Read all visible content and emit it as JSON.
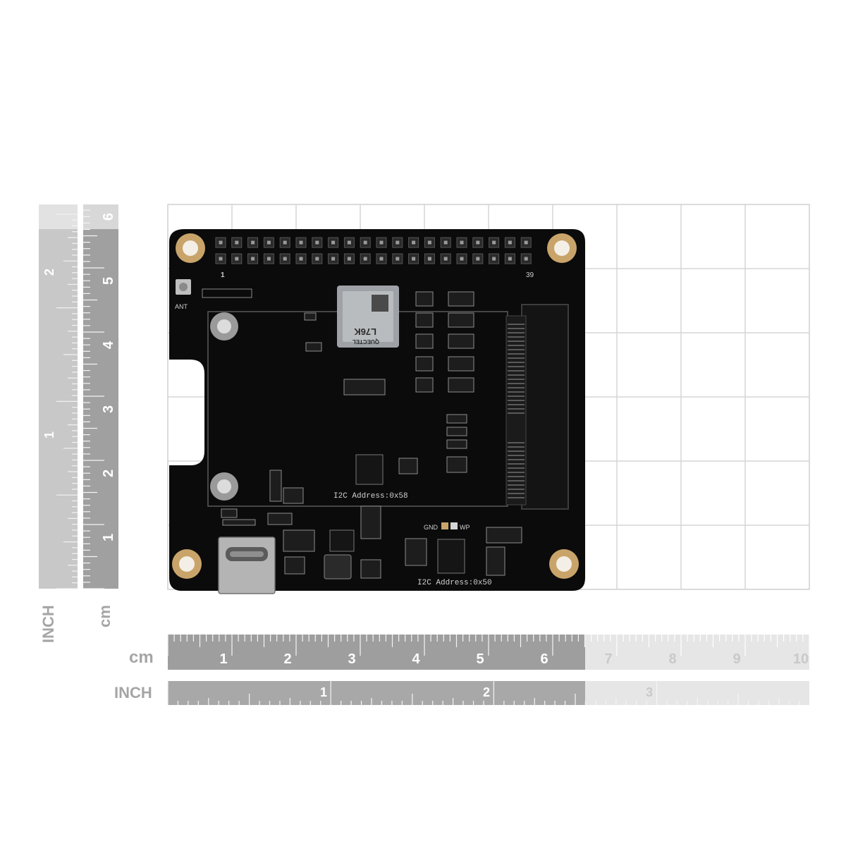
{
  "board": {
    "module_brand": "QUECTEL",
    "module_model": "L76K",
    "pin1_label": "1",
    "pin39_label": "39",
    "antenna_label": "ANT",
    "i2c_address_1": "I2C Address:0x58",
    "i2c_address_2": "I2C Address:0x50",
    "gnd_label": "GND",
    "wp_label": "WP"
  },
  "ruler_bottom": {
    "cm_label": "cm",
    "inch_label": "INCH",
    "cm_ticks": [
      "1",
      "2",
      "3",
      "4",
      "5",
      "6",
      "7",
      "8",
      "9",
      "10"
    ],
    "inch_ticks": [
      "1",
      "2",
      "3"
    ]
  },
  "ruler_left": {
    "cm_label": "cm",
    "inch_label": "INCH",
    "cm_ticks": [
      "1",
      "2",
      "3",
      "4",
      "5",
      "6"
    ],
    "inch_ticks": [
      "1",
      "2"
    ]
  },
  "colors": {
    "pcb": "#0b0b0b",
    "pad": "#c9a46a",
    "ruler_dark": "#8f8f8f",
    "ruler_light": "#d8d8d8",
    "grid": "#d4d4d4"
  }
}
